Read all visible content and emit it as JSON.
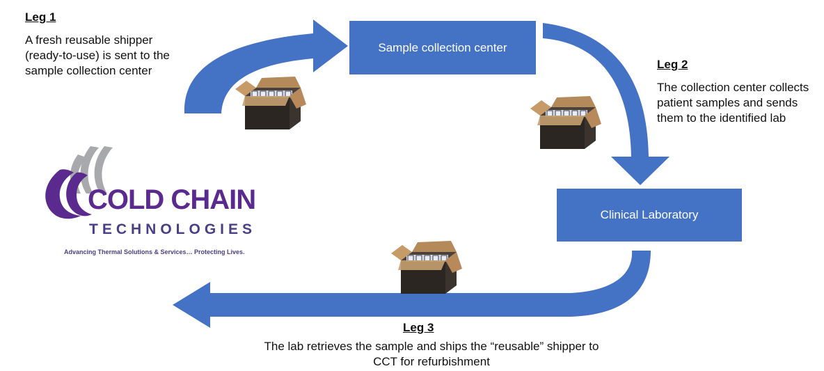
{
  "nodes": {
    "collection_center": "Sample collection center",
    "clinical_lab": "Clinical Laboratory"
  },
  "legs": [
    {
      "title": "Leg 1",
      "text": "A fresh reusable shipper (ready-to-use) is sent to the sample collection center"
    },
    {
      "title": "Leg 2",
      "text": "The collection center collects patient samples and sends them to the identified lab"
    },
    {
      "title": "Leg 3",
      "text": "The lab retrieves the sample and ships the “reusable” shipper to CCT for refurbishment"
    }
  ],
  "logo": {
    "name": "COLD CHAIN",
    "sub": "TECHNOLOGIES",
    "tagline": "Advancing Thermal Solutions & Services… Protecting Lives."
  },
  "colors": {
    "arrow": "#4472c4",
    "box": "#4472c4",
    "logo_purple": "#5b2a8e",
    "logo_gray": "#a8a9ad"
  },
  "icons": [
    "shipper-box-icon",
    "logo-swoosh-icon"
  ]
}
